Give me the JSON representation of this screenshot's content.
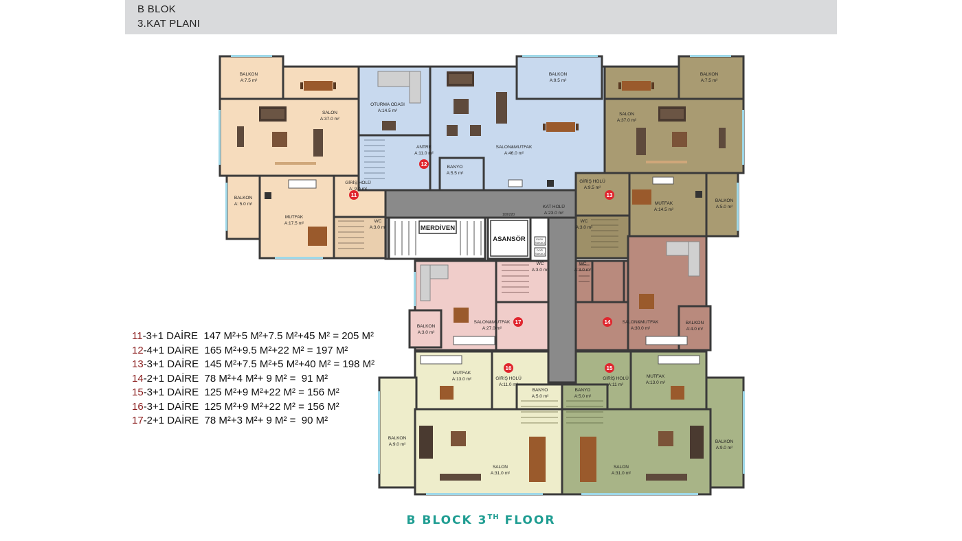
{
  "header": {
    "title": "B BLOK",
    "subtitle": "3.KAT PLANI"
  },
  "colors": {
    "beige": "#f6dcbd",
    "blue": "#c8d9ee",
    "olive": "#a99b72",
    "salmon": "#f0cdca",
    "brown": "#b98a7d",
    "cream": "#eeedcb",
    "green": "#a8b487",
    "wall": "#3a3a3a",
    "corridor": "#8a8a8a",
    "window": "#9fd8e8",
    "unit_marker": "#e0262e"
  },
  "rooms": {
    "r11_balkon_top": {
      "name": "BALKON",
      "area": "A:7.5 m²"
    },
    "r11_salon": {
      "name": "SALON",
      "area": "A:37.0 m²"
    },
    "r11_balkon_left": {
      "name": "BALKON",
      "area": "A: 5.0 m²"
    },
    "r11_mutfak": {
      "name": "MUTFAK",
      "area": "A:17.5 m²"
    },
    "r11_giris": {
      "name": "GİRİŞ HOLÜ",
      "area": "A: 9.0 m²"
    },
    "r11_wc": {
      "name": "WC",
      "area": "A:3.0 m²"
    },
    "r12_oturma": {
      "name": "OTURMA ODASI",
      "area": "A:14.5 m²"
    },
    "r12_antre": {
      "name": "ANTRE",
      "area": "A:11.0 m²"
    },
    "r12_banyo": {
      "name": "BANYO",
      "area": "A:5.5 m²"
    },
    "r12_balkon": {
      "name": "BALKON",
      "area": "A:9.5 m²"
    },
    "r12_salon": {
      "name": "SALON&MUTFAK",
      "area": "A:46.0 m²"
    },
    "r13_balkon_top": {
      "name": "BALKON",
      "area": "A:7.5 m²"
    },
    "r13_salon": {
      "name": "SALON",
      "area": "A:37.0 m²"
    },
    "r13_giris": {
      "name": "GİRİŞ HOLÜ",
      "area": "A:9.5 m²"
    },
    "r13_mutfak": {
      "name": "MUTFAK",
      "area": "A:14.5 m²"
    },
    "r13_balkon_right": {
      "name": "BALKON",
      "area": "A:5.0 m²"
    },
    "r13_wc": {
      "name": "WC",
      "area": "A:3.0 m²"
    },
    "kat_holu": {
      "name": "KAT HOLÜ",
      "area": "A:23.0 m²"
    },
    "r17_wc": {
      "name": "WC",
      "area": "A:3.0 m²"
    },
    "r17_salon": {
      "name": "SALON&MUTFAK",
      "area": "A:27.0 m²"
    },
    "r17_balkon": {
      "name": "BALKON",
      "area": "A:3.0 m²"
    },
    "r14_wc": {
      "name": "WC",
      "area": "A:3.0 m²"
    },
    "r14_salon": {
      "name": "SALON&MUTFAK",
      "area": "A:30.0 m²"
    },
    "r14_balkon": {
      "name": "BALKON",
      "area": "A:4.0 m²"
    },
    "r16_mutfak": {
      "name": "MUTFAK",
      "area": "A:13.0 m²"
    },
    "r16_giris": {
      "name": "GİRİŞ HOLÜ",
      "area": "A:11.0 m²"
    },
    "r16_banyo": {
      "name": "BANYO",
      "area": "A:5.0 m²"
    },
    "r16_balkon": {
      "name": "BALKON",
      "area": "A:9.0 m²"
    },
    "r16_salon": {
      "name": "SALON",
      "area": "A:31.0 m²"
    },
    "r15_giris": {
      "name": "GİRİŞ HOLÜ",
      "area": "A:11 m²"
    },
    "r15_banyo": {
      "name": "BANYO",
      "area": "A:5.0 m²"
    },
    "r15_mutfak": {
      "name": "MUTFAK",
      "area": "A:13.0 m²"
    },
    "r15_balkon": {
      "name": "BALKON",
      "area": "A:9.0 m²"
    },
    "r15_salon": {
      "name": "SALON",
      "area": "A:31.0 m²"
    }
  },
  "labels": {
    "merdiven": "MERDİVEN",
    "asansor": "ASANSÖR",
    "small_a": "ELEK.",
    "small_a2": "SAYACI",
    "small_b": "DOĞ.",
    "small_b2": "SAYACI",
    "dim": "100/220"
  },
  "units": {
    "u11": "11",
    "u12": "12",
    "u13": "13",
    "u14": "14",
    "u15": "15",
    "u16": "16",
    "u17": "17"
  },
  "legend": [
    {
      "num": "11",
      "text": "-3+1 DAİRE  147 M²+5 M²+7.5 M²+45 M² = 205 M²"
    },
    {
      "num": "12",
      "text": "-4+1 DAİRE  165 M²+9.5 M²+22 M² = 197 M²"
    },
    {
      "num": "13",
      "text": "-3+1 DAİRE  145 M²+7.5 M²+5 M²+40 M² = 198 M²"
    },
    {
      "num": "14",
      "text": "-2+1 DAİRE  78 M²+4 M²+ 9 M² =  91 M²"
    },
    {
      "num": "15",
      "text": "-3+1 DAİRE  125 M²+9 M²+22 M² = 156 M²"
    },
    {
      "num": "16",
      "text": "-3+1 DAİRE  125 M²+9 M²+22 M² = 156 M²"
    },
    {
      "num": "17",
      "text": "-2+1 DAİRE  78 M²+3 M²+ 9 M² =  90 M²"
    }
  ],
  "footer": {
    "main": "B BLOCK 3",
    "sup": "TH",
    "end": " FLOOR"
  }
}
